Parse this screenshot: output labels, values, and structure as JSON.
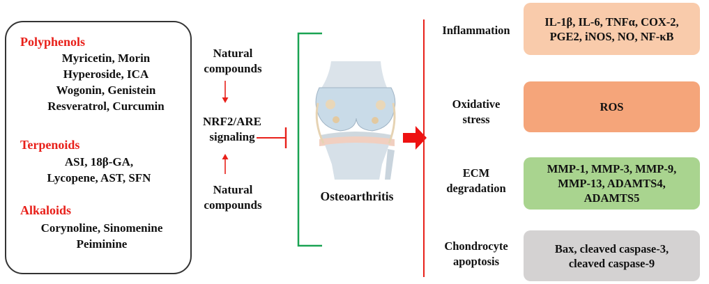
{
  "compound_groups": [
    {
      "category": "Polyphenols",
      "items": [
        "Myricetin, Morin",
        "Hyperoside, ICA",
        "Wogonin, Genistein",
        "Resveratrol, Curcumin"
      ]
    },
    {
      "category": "Terpenoids",
      "items": [
        "ASI, 18β-GA,",
        "Lycopene, AST, SFN"
      ]
    },
    {
      "category": "Alkaloids",
      "items": [
        "Corynoline, Sinomenine",
        "Peiminine"
      ]
    }
  ],
  "pathway": {
    "top_compounds": [
      "Natural",
      "compounds"
    ],
    "signaling": [
      "NRF2/ARE",
      "signaling"
    ],
    "bottom_compounds": [
      "Natural",
      "compounds"
    ]
  },
  "disease_label": "Osteoarthritis",
  "effects": [
    {
      "label": [
        "Inflammation"
      ],
      "markers": [
        "IL-1β, IL-6, TNFα, COX-2,",
        "PGE2, iNOS, NO, NF-κB"
      ],
      "color": "#f9cbab"
    },
    {
      "label": [
        "Oxidative",
        "stress"
      ],
      "markers": [
        "ROS"
      ],
      "color": "#f5a57a"
    },
    {
      "label": [
        "ECM",
        "degradation"
      ],
      "markers": [
        "MMP-1, MMP-3, MMP-9,",
        "MMP-13, ADAMTS4,",
        "ADAMTS5"
      ],
      "color": "#a9d48f"
    },
    {
      "label": [
        "Chondrocyte",
        "apoptosis"
      ],
      "markers": [
        "Bax, cleaved caspase-3,",
        "cleaved caspase-9"
      ],
      "color": "#d4d2d2"
    }
  ],
  "colors": {
    "red": "#e8201a",
    "green": "#1aa352",
    "arrow": "#ee1111"
  },
  "icons": [
    "knee-joint-icon",
    "inhibition-bar-icon",
    "bracket-icon",
    "right-arrow-icon"
  ]
}
